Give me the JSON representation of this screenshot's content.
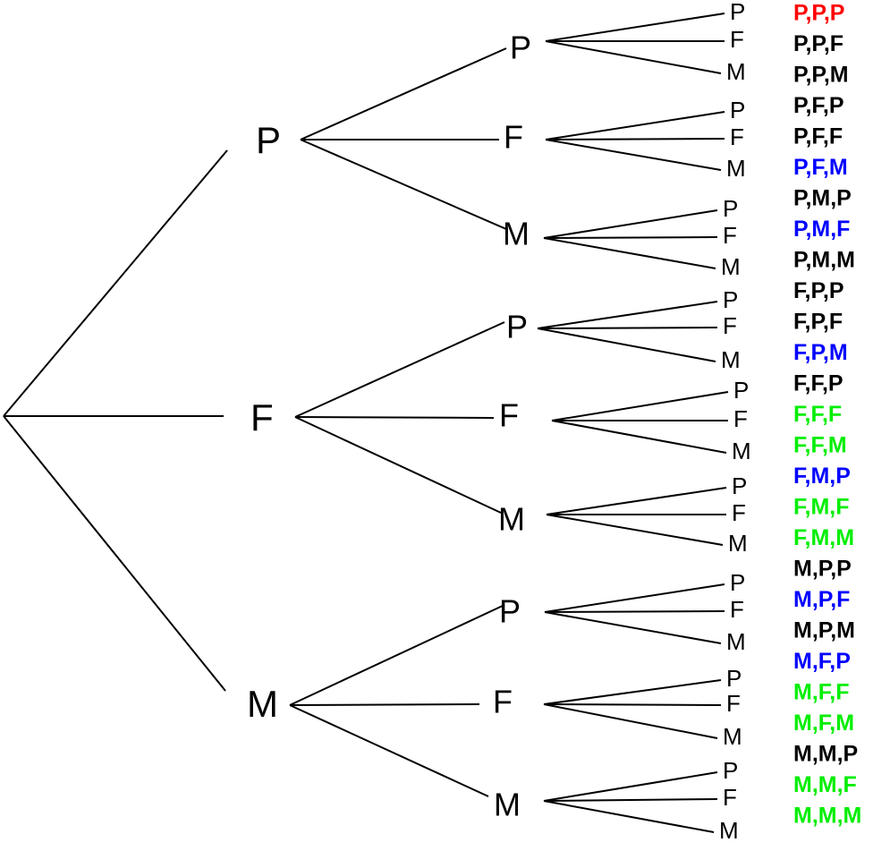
{
  "tree": {
    "levels": [
      {
        "label": "P",
        "children": [
          {
            "label": "P",
            "children": [
              "P",
              "F",
              "M"
            ]
          },
          {
            "label": "F",
            "children": [
              "P",
              "F",
              "M"
            ]
          },
          {
            "label": "M",
            "children": [
              "P",
              "F",
              "M"
            ]
          }
        ]
      },
      {
        "label": "F",
        "children": [
          {
            "label": "P",
            "children": [
              "P",
              "F",
              "M"
            ]
          },
          {
            "label": "F",
            "children": [
              "P",
              "F",
              "M"
            ]
          },
          {
            "label": "M",
            "children": [
              "P",
              "F",
              "M"
            ]
          }
        ]
      },
      {
        "label": "M",
        "children": [
          {
            "label": "P",
            "children": [
              "P",
              "F",
              "M"
            ]
          },
          {
            "label": "F",
            "children": [
              "P",
              "F",
              "M"
            ]
          },
          {
            "label": "M",
            "children": [
              "P",
              "F",
              "M"
            ]
          }
        ]
      }
    ]
  },
  "outcomes": [
    {
      "text": "P,P,P",
      "color": "#ff0000"
    },
    {
      "text": "P,P,F",
      "color": "#000000"
    },
    {
      "text": "P,P,M",
      "color": "#000000"
    },
    {
      "text": "P,F,P",
      "color": "#000000"
    },
    {
      "text": "P,F,F",
      "color": "#000000"
    },
    {
      "text": "P,F,M",
      "color": "#0000ff"
    },
    {
      "text": "P,M,P",
      "color": "#000000"
    },
    {
      "text": "P,M,F",
      "color": "#0000ff"
    },
    {
      "text": "P,M,M",
      "color": "#000000"
    },
    {
      "text": "F,P,P",
      "color": "#000000"
    },
    {
      "text": "F,P,F",
      "color": "#000000"
    },
    {
      "text": "F,P,M",
      "color": "#0000ff"
    },
    {
      "text": "F,F,P",
      "color": "#000000"
    },
    {
      "text": "F,F,F",
      "color": "#00ee00"
    },
    {
      "text": "F,F,M",
      "color": "#00ee00"
    },
    {
      "text": "F,M,P",
      "color": "#0000ff"
    },
    {
      "text": "F,M,F",
      "color": "#00ee00"
    },
    {
      "text": "F,M,M",
      "color": "#00ee00"
    },
    {
      "text": "M,P,P",
      "color": "#000000"
    },
    {
      "text": "M,P,F",
      "color": "#0000ff"
    },
    {
      "text": "M,P,M",
      "color": "#000000"
    },
    {
      "text": "M,F,P",
      "color": "#0000ff"
    },
    {
      "text": "M,F,F",
      "color": "#00ee00"
    },
    {
      "text": "M,F,M",
      "color": "#00ee00"
    },
    {
      "text": "M,M,P",
      "color": "#000000"
    },
    {
      "text": "M,M,F",
      "color": "#00ee00"
    },
    {
      "text": "M,M,M",
      "color": "#00ee00"
    }
  ]
}
